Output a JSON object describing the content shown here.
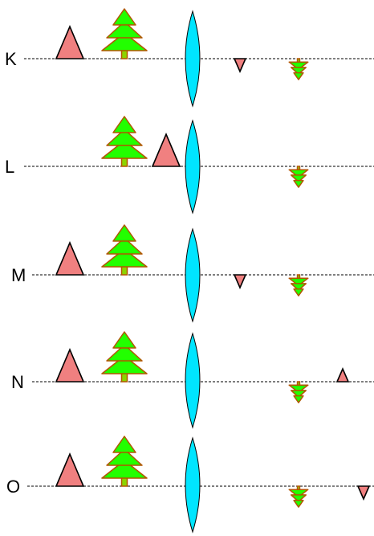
{
  "colors": {
    "lens_fill": "#00e5ff",
    "triangle_fill": "#f08080",
    "tree_leaf": "#22ff00",
    "tree_trunk": "#8bd400",
    "tree_outline": "#b25500",
    "axis": "#000000"
  },
  "objects": {
    "triangle": "pink-triangle",
    "tree": "green-tree",
    "lens": "convex-lens"
  },
  "rows": [
    {
      "label": "K",
      "lens": "convex-lens",
      "object_triangle": "upright",
      "object_tree": "upright",
      "image_triangle": "inverted-small",
      "image_tree": "inverted-small"
    },
    {
      "label": "L",
      "lens": "convex-lens",
      "object_triangle": "upright",
      "object_tree": "upright",
      "image_tree": "inverted-small"
    },
    {
      "label": "M",
      "lens": "convex-lens",
      "object_triangle": "upright",
      "object_tree": "upright",
      "image_triangle": "inverted-small",
      "image_tree": "inverted-small"
    },
    {
      "label": "N",
      "lens": "convex-lens",
      "object_triangle": "upright",
      "object_tree": "upright",
      "image_triangle": "upright-small",
      "image_tree": "inverted-small"
    },
    {
      "label": "O",
      "lens": "convex-lens",
      "object_triangle": "upright",
      "object_tree": "upright",
      "image_triangle": "inverted-small",
      "image_tree": "inverted-small"
    }
  ]
}
